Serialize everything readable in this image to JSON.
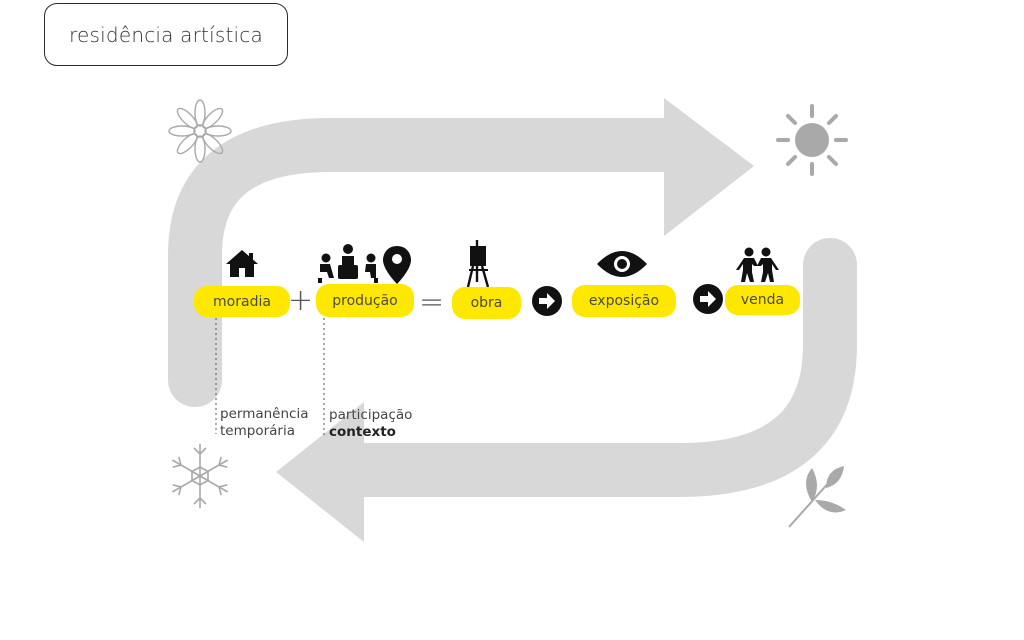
{
  "header": {
    "title": "residência artística"
  },
  "flow": {
    "items": [
      {
        "label": "moradia",
        "icon": "house-icon"
      },
      {
        "label": "produção",
        "icon": "people-meeting-icon"
      },
      {
        "label": "obra",
        "icon": "easel-icon"
      },
      {
        "label": "exposição",
        "icon": "eye-icon"
      },
      {
        "label": "venda",
        "icon": "handshake-icon"
      }
    ],
    "operators": {
      "plus": "+",
      "equals": "="
    }
  },
  "notes": {
    "moradia": [
      "permanência",
      "temporária"
    ],
    "producao": {
      "line1": "participação",
      "line2": "contexto"
    }
  },
  "seasons": [
    "flower-icon",
    "sun-icon",
    "leaf-icon",
    "snowflake-icon"
  ],
  "colors": {
    "highlight": "#ffe800",
    "cycle": "#d9d8d9",
    "icon": "#111111",
    "season": "#a9a9a9"
  }
}
